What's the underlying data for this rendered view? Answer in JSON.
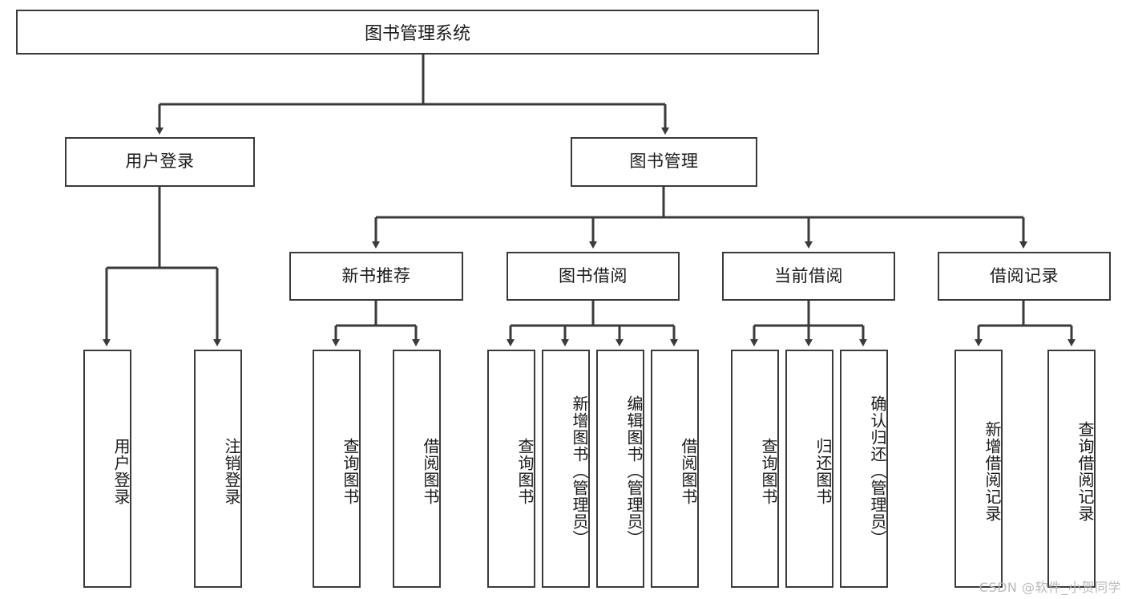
{
  "diagram": {
    "title": "图书管理系统",
    "type": "tree-hierarchy",
    "root": {
      "id": "root",
      "label": "图书管理系统"
    },
    "level1": [
      {
        "id": "user-login",
        "label": "用户登录"
      },
      {
        "id": "book-management",
        "label": "图书管理"
      }
    ],
    "level2": [
      {
        "id": "new-book-recommend",
        "label": "新书推荐",
        "parent": "book-management"
      },
      {
        "id": "book-borrow",
        "label": "图书借阅",
        "parent": "book-management"
      },
      {
        "id": "current-borrow",
        "label": "当前借阅",
        "parent": "book-management"
      },
      {
        "id": "borrow-record",
        "label": "借阅记录",
        "parent": "book-management"
      }
    ],
    "leaves": [
      {
        "id": "leaf-user-login",
        "label": "用户登录",
        "parent": "user-login"
      },
      {
        "id": "leaf-logout-login",
        "label": "注销登录",
        "parent": "user-login"
      },
      {
        "id": "leaf-query-book-1",
        "label": "查询图书",
        "parent": "new-book-recommend"
      },
      {
        "id": "leaf-borrow-book-1",
        "label": "借阅图书",
        "parent": "new-book-recommend"
      },
      {
        "id": "leaf-query-book-2",
        "label": "查询图书",
        "parent": "book-borrow"
      },
      {
        "id": "leaf-add-book",
        "label": "新增图书（管理员）",
        "parent": "book-borrow"
      },
      {
        "id": "leaf-edit-book",
        "label": "编辑图书（管理员）",
        "parent": "book-borrow"
      },
      {
        "id": "leaf-borrow-book-2",
        "label": "借阅图书",
        "parent": "book-borrow"
      },
      {
        "id": "leaf-query-book-3",
        "label": "查询图书",
        "parent": "current-borrow"
      },
      {
        "id": "leaf-return-book",
        "label": "归还图书",
        "parent": "current-borrow"
      },
      {
        "id": "leaf-confirm-return",
        "label": "确认归还（管理员）",
        "parent": "current-borrow"
      },
      {
        "id": "leaf-add-record",
        "label": "新增借阅记录",
        "parent": "borrow-record"
      },
      {
        "id": "leaf-query-record",
        "label": "查询借阅记录",
        "parent": "borrow-record"
      }
    ],
    "colors": {
      "stroke": "#3a3a3a",
      "text": "#1a1a1a",
      "background": "#ffffff",
      "watermark": "#b9b9b9"
    }
  },
  "watermark": {
    "text": "CSDN @软件_小贺同学"
  }
}
